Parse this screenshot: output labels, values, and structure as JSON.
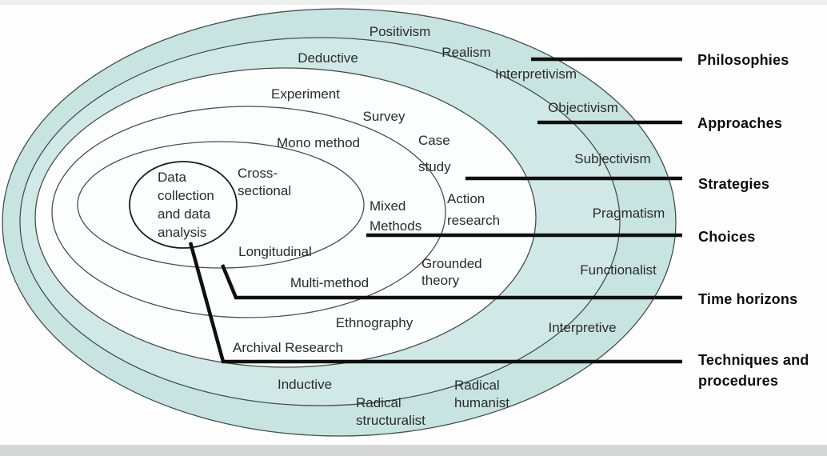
{
  "labels": {
    "positivism": "Positivism",
    "deductive": "Deductive",
    "realism": "Realism",
    "interpretivism": "Interpretivism",
    "experiment": "Experiment",
    "survey": "Survey",
    "objectivism": "Objectivism",
    "mono_method": "Mono method",
    "case_study": "Case\nstudy",
    "subjectivism": "Subjectivism",
    "cross_sectional": "Cross-\nsectional",
    "mixed_methods": "Mixed\nMethods",
    "action_research": "Action\nresearch",
    "pragmatism": "Pragmatism",
    "data_collection": "Data\ncollection\nand data\nanalysis",
    "longitudinal": "Longitudinal",
    "grounded_theory": "Grounded\ntheory",
    "functionalist": "Functionalist",
    "multi_method": "Multi-method",
    "ethnography": "Ethnography",
    "interpretive": "Interpretive",
    "archival_research": "Archival Research",
    "inductive": "Inductive",
    "radical_structuralist": "Radical\nstructuralist",
    "radical_humanist": "Radical\nhumanist"
  },
  "categories": {
    "philosophies": "Philosophies",
    "approaches": "Approaches",
    "strategies": "Strategies",
    "choices": "Choices",
    "time_horizons": "Time horizons",
    "techniques": "Techniques and\nprocedures"
  },
  "colors": {
    "ring_outer": "#c8e4e1",
    "ring_second": "#d1e9e6",
    "ring_inner": "#fcfdfd",
    "line": "#101010"
  }
}
